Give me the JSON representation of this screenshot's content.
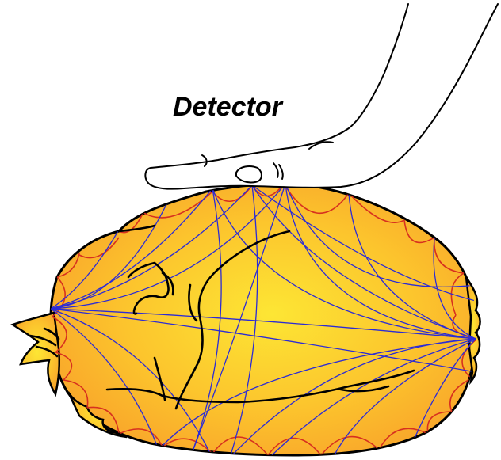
{
  "figure": {
    "label": "Detector"
  },
  "colors": {
    "background": "#ffffff",
    "outline": "#000000",
    "gradient_center": "#fde634",
    "gradient_edge": "#f8a12a",
    "geodesic_blue": "#2b2bd6",
    "horocycle_red": "#d7301f"
  },
  "elements": {
    "hand": "hand-outline",
    "cat": "curled-cat-body",
    "geodesics": "blue-geodesic-arcs",
    "boundary_arcs": "red-scalloped-arcs"
  }
}
